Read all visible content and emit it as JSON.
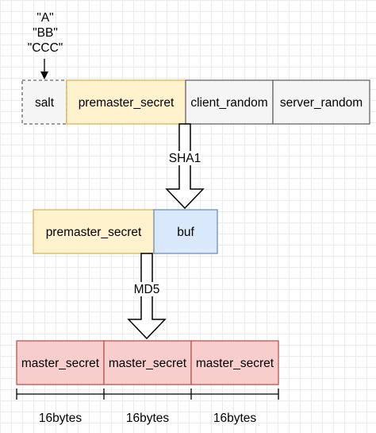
{
  "salt_values": [
    "\"A\"",
    "\"BB\"",
    "\"CCC\""
  ],
  "row1": {
    "salt": "salt",
    "premaster_secret": "premaster_secret",
    "client_random": "client_random",
    "server_random": "server_random"
  },
  "sha_label": "SHA1",
  "row2": {
    "premaster_secret": "premaster_secret",
    "buf": "buf"
  },
  "md5_label": "MD5",
  "row3": {
    "cells": [
      "master_secret",
      "master_secret",
      "master_secret"
    ],
    "sizes": [
      "16bytes",
      "16bytes",
      "16bytes"
    ]
  },
  "colors": {
    "yellow_fill": "#fff2cc",
    "yellow_stroke": "#d6b656",
    "blue_fill": "#dae8fc",
    "blue_stroke": "#6c8ebf",
    "red_fill": "#f8cecc",
    "red_stroke": "#b85450",
    "gray_fill": "#f5f5f5",
    "gray_stroke": "#666666"
  }
}
